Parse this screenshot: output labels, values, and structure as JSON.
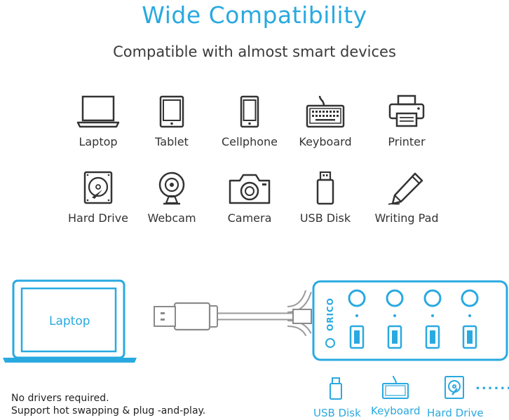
{
  "header": {
    "title": "Wide Compatibility",
    "subtitle": "Compatible with almost smart devices"
  },
  "devices": [
    {
      "label": "Laptop",
      "icon": "laptop-icon"
    },
    {
      "label": "Tablet",
      "icon": "tablet-icon"
    },
    {
      "label": "Cellphone",
      "icon": "cellphone-icon"
    },
    {
      "label": "Keyboard",
      "icon": "keyboard-icon"
    },
    {
      "label": "Printer",
      "icon": "printer-icon"
    },
    {
      "label": "Hard Drive",
      "icon": "hard-drive-icon"
    },
    {
      "label": "Webcam",
      "icon": "webcam-icon"
    },
    {
      "label": "Camera",
      "icon": "camera-icon"
    },
    {
      "label": "USB Disk",
      "icon": "usb-disk-icon"
    },
    {
      "label": "Writing Pad",
      "icon": "writing-pad-icon"
    }
  ],
  "illustration": {
    "laptop_screen_label": "Laptop",
    "brand": "ORICO",
    "hub_ports": 4,
    "connected": [
      {
        "label": "USB Disk",
        "icon": "usb-disk-icon"
      },
      {
        "label": "Keyboard",
        "icon": "keyboard-icon"
      },
      {
        "label": "Hard Drive",
        "icon": "hard-drive-icon"
      }
    ],
    "more": "......"
  },
  "notes": {
    "line1": "No drivers required.",
    "line2": "Support  hot swapping & plug -and-play."
  },
  "colors": {
    "accent": "#29a9e0",
    "icon_stroke": "#333333"
  }
}
